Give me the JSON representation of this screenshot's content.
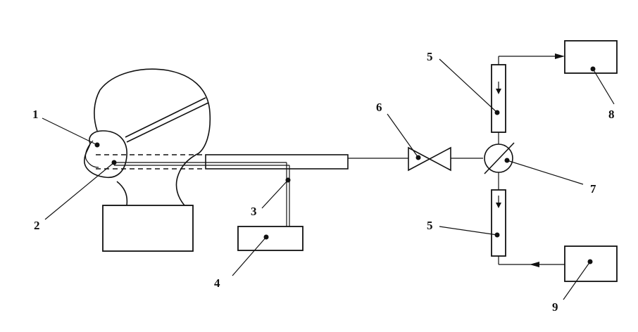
{
  "labels": {
    "l1": "1",
    "l2": "2",
    "l3": "3",
    "l4": "4",
    "l5a": "5",
    "l5b": "5",
    "l6": "6",
    "l7": "7",
    "l8": "8",
    "l9": "9"
  },
  "colors": {
    "ink": "#111111",
    "background": "#ffffff"
  }
}
